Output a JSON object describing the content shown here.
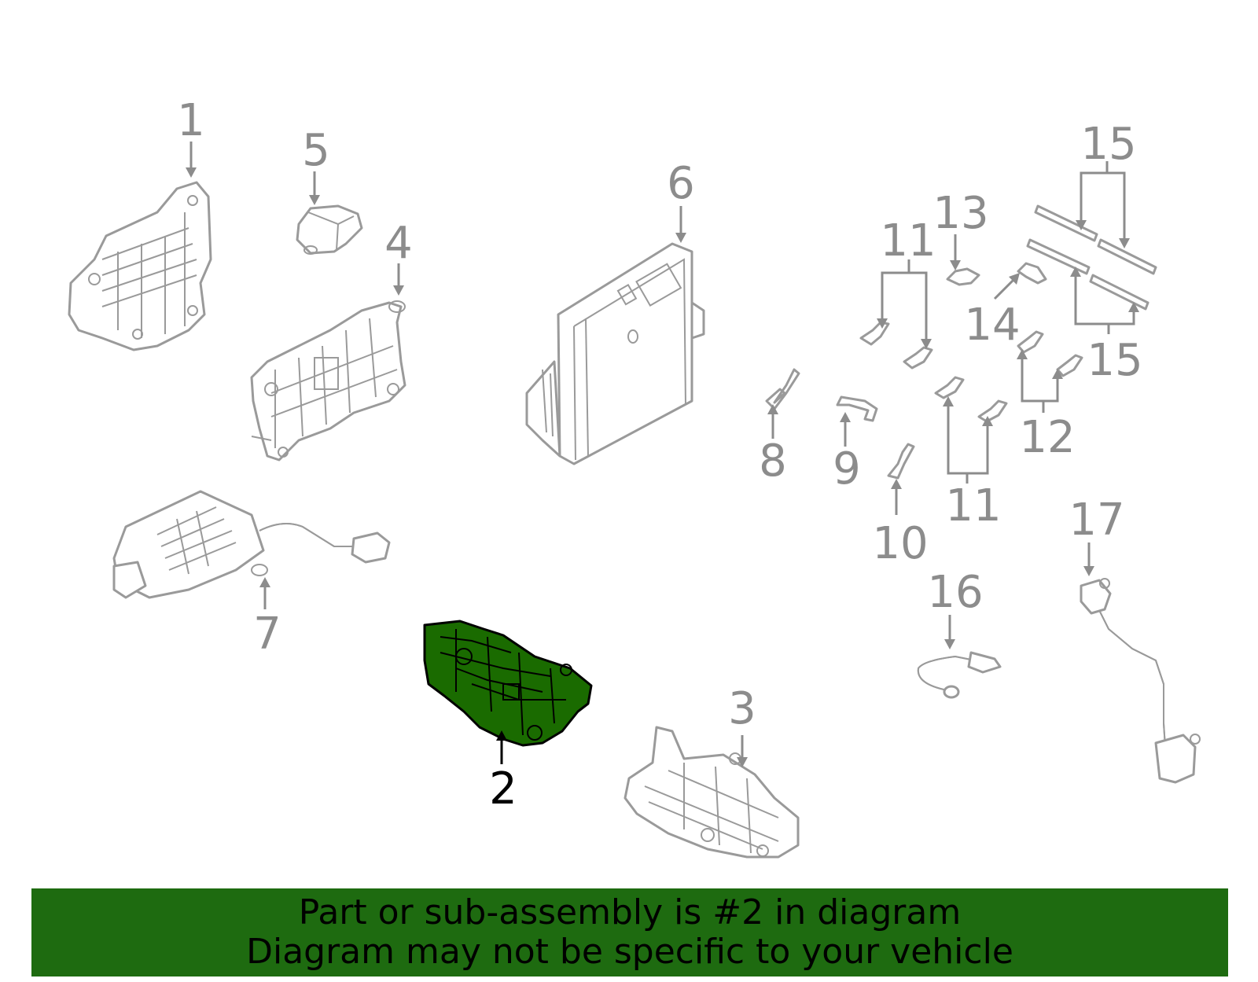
{
  "diagram": {
    "callouts": [
      {
        "id": "1",
        "label": "1"
      },
      {
        "id": "2",
        "label": "2"
      },
      {
        "id": "3",
        "label": "3"
      },
      {
        "id": "4",
        "label": "4"
      },
      {
        "id": "5",
        "label": "5"
      },
      {
        "id": "6",
        "label": "6"
      },
      {
        "id": "7",
        "label": "7"
      },
      {
        "id": "8",
        "label": "8"
      },
      {
        "id": "9",
        "label": "9"
      },
      {
        "id": "10",
        "label": "10"
      },
      {
        "id": "11a",
        "label": "11"
      },
      {
        "id": "11b",
        "label": "11"
      },
      {
        "id": "12",
        "label": "12"
      },
      {
        "id": "13",
        "label": "13"
      },
      {
        "id": "14",
        "label": "14"
      },
      {
        "id": "15a",
        "label": "15"
      },
      {
        "id": "15b",
        "label": "15"
      },
      {
        "id": "16",
        "label": "16"
      },
      {
        "id": "17",
        "label": "17"
      }
    ],
    "highlighted_part": "2",
    "highlight_color": "#1a6b00",
    "line_color": "#8c8c8c"
  },
  "banner": {
    "line1": "Part or sub-assembly is #2 in diagram",
    "line2": "Diagram may not be specific to your vehicle",
    "background": "#1e6b10"
  }
}
